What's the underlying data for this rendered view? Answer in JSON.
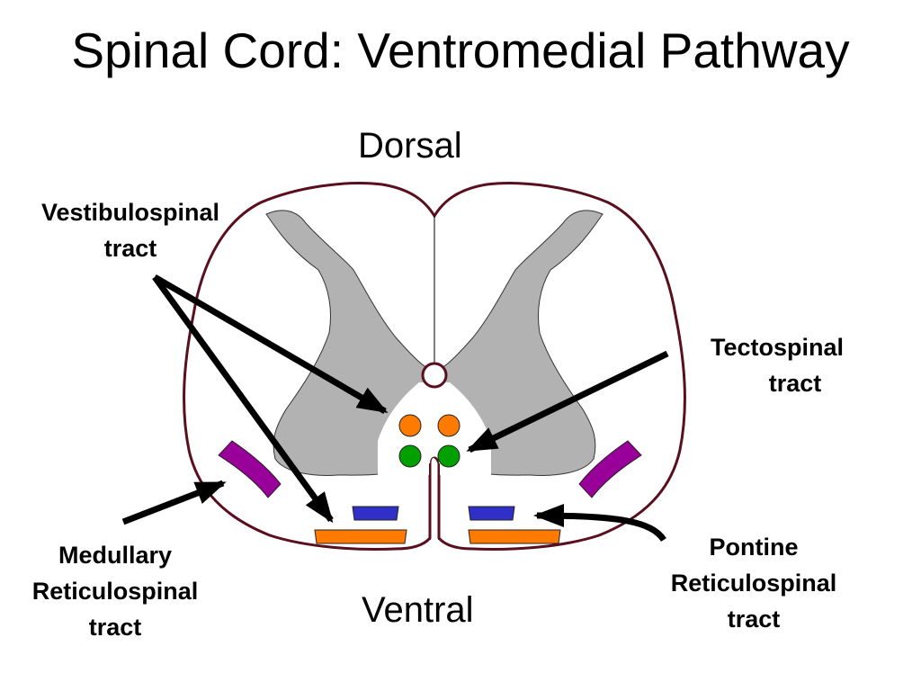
{
  "title": "Spinal Cord: Ventromedial Pathway",
  "orientation": {
    "top": "Dorsal",
    "bottom": "Ventral"
  },
  "labels": {
    "vestibulospinal": [
      "Vestibulospinal",
      "tract"
    ],
    "tectospinal": [
      "Tectospinal",
      "tract"
    ],
    "medullary": [
      "Medullary",
      "Reticulospinal",
      "tract"
    ],
    "pontine": [
      "Pontine",
      "Reticulospinal",
      "tract"
    ]
  },
  "colors": {
    "cord_outline": "#5a0f1e",
    "gray_matter": "#b2b2b2",
    "vestibulospinal_tract": "#ff7a00",
    "tectospinal_tract": "#00a000",
    "pontine_tract": "#3030c8",
    "medullary_tract": "#990099",
    "arrow": "#000000"
  }
}
